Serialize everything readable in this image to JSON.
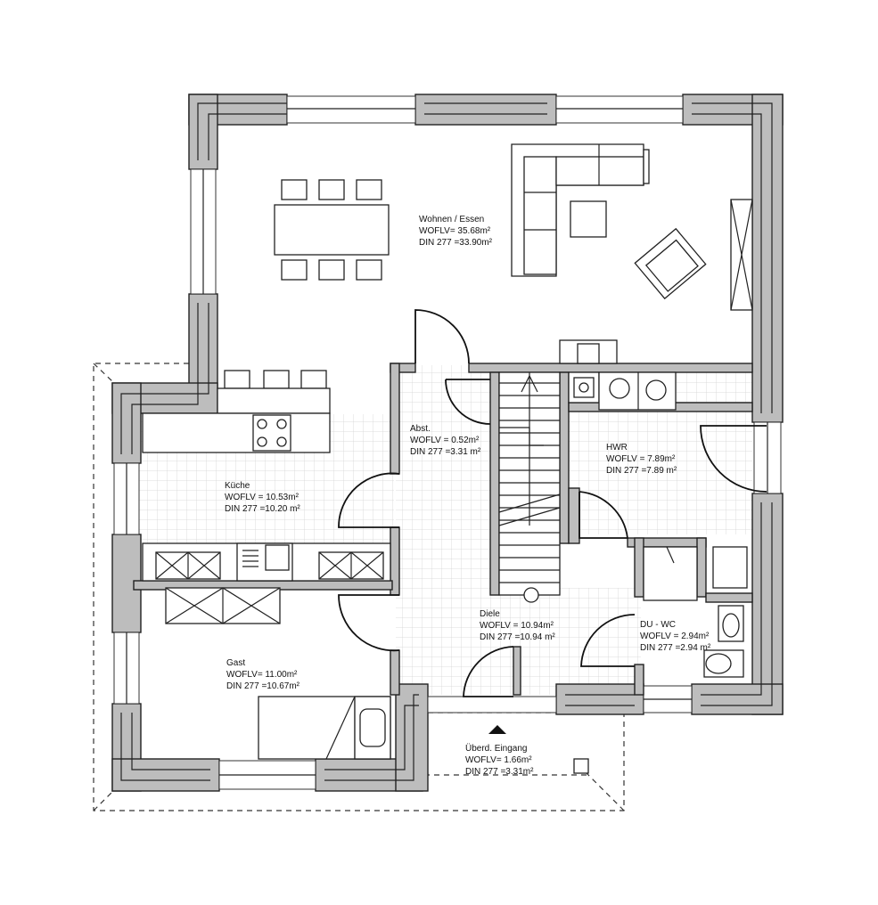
{
  "rooms": {
    "wohnen": {
      "name": "Wohnen / Essen",
      "wofl": "WOFLV= 35.68m²",
      "din": "DIN 277 =33.90m²"
    },
    "kueche": {
      "name": "Küche",
      "wofl": "WOFLV = 10.53m²",
      "din": "DIN 277 =10.20 m²"
    },
    "abst": {
      "name": "Abst.",
      "wofl": "WOFLV = 0.52m²",
      "din": "DIN 277 =3.31 m²"
    },
    "hwr": {
      "name": "HWR",
      "wofl": "WOFLV = 7.89m²",
      "din": "DIN 277 =7.89 m²"
    },
    "diele": {
      "name": "Diele",
      "wofl": "WOFLV = 10.94m²",
      "din": "DIN 277 =10.94 m²"
    },
    "duwc": {
      "name": "DU - WC",
      "wofl": "WOFLV = 2.94m²",
      "din": "DIN 277 =2.94 m²"
    },
    "gast": {
      "name": "Gast",
      "wofl": "WOFLV= 11.00m²",
      "din": "DIN 277 =10.67m²"
    },
    "eingang": {
      "name": "Überd. Eingang",
      "wofl": "WOFLV= 1.66m²",
      "din": "DIN 277 =3.31m²"
    }
  }
}
